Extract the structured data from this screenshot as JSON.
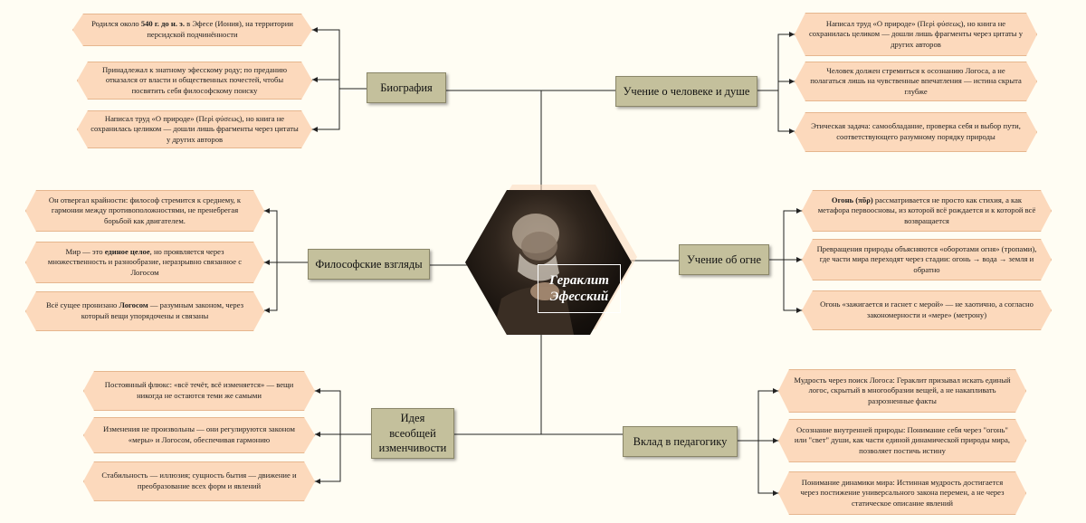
{
  "center": {
    "title": "Гераклит Эфесский"
  },
  "branches": {
    "biography": {
      "label": "Биография",
      "leaves": [
        [
          "Родился около ",
          {
            "b": "540 г. до н. э."
          },
          " в Эфесе (Иония), на территории персидской подчинённости"
        ],
        [
          "Принадлежал к знатному эфесскому роду; по преданию отказался от власти и общественных почестей, чтобы посвятить себя философскому поиску"
        ],
        [
          "Написал труд «О природе» (Περὶ φύσεως), но книга не сохранилась целиком — дошли лишь фрагменты через цитаты у других авторов"
        ]
      ]
    },
    "human": {
      "label": "Учение о человеке и душе",
      "leaves": [
        [
          "Написал труд «О природе» (Περὶ φύσεως), но книга не сохранилась целиком — дошли лишь фрагменты через цитаты у других авторов"
        ],
        [
          "Человек должен стремиться к осознанию Логоса, а не полагаться лишь на чувственные впечатления — истина скрыта глубже"
        ],
        [
          "Этическая задача: самообладание, проверка себя и выбор пути, соответствующего разумному порядку природы"
        ]
      ]
    },
    "philosophy": {
      "label": "Философские взгляды",
      "leaves": [
        [
          "Он отвергал крайности: философ стремится к среднему, к гармонии между противоположностями, не пренебрегая борьбой как двигателем."
        ],
        [
          "Мир — это ",
          {
            "b": "единое целое"
          },
          ", но проявляется через множественность и разнообразие, неразрывно связанное с Логосом"
        ],
        [
          "Всё сущее пронизано ",
          {
            "b": "Логосом"
          },
          " — разумным законом, через который вещи упорядочены и связаны"
        ]
      ]
    },
    "fire": {
      "label": "Учение об огне",
      "leaves": [
        [
          {
            "b": "Огонь (πῦρ)"
          },
          " рассматривается не просто как стихия, а как метафора первоосновы, из которой всё рождается и к которой всё возвращается"
        ],
        [
          "Превращения природы объясняются «оборотами огня» (тропами), где части мира переходят через стадии: огонь → вода → земля и обратно"
        ],
        [
          "Огонь «зажигается и гаснет с мерой» — не хаотично, а согласно закономерности и «мере» (метрону)"
        ]
      ]
    },
    "change": {
      "label": "Идея всеобщей изменчивости",
      "leaves": [
        [
          "Постоянный флюкс: «всё течёт, всё изменяется» — вещи никогда не остаются теми же самыми"
        ],
        [
          "Изменения не произвольны — они регулируются законом «меры» и Логосом, обеспечивая гармонию"
        ],
        [
          "Стабильность — иллюзия; сущность бытия — движение и преобразование всех форм и явлений"
        ]
      ]
    },
    "pedagogy": {
      "label": "Вклад в педагогику",
      "leaves": [
        [
          "Мудрость через поиск Логоса: Гераклит призывал искать единый логос, скрытый в многообразии вещей, а не накапливать разрозненные факты"
        ],
        [
          "Осознание внутренней природы: Понимание себя через \"огонь\" или \"свет\" души, как части единой динамической природы мира, позволяет постичь истину"
        ],
        [
          "Понимание динамики мира: Истинная мудрость достигается через постижение универсального закона перемен, а не через статическое описание явлений"
        ]
      ]
    }
  }
}
